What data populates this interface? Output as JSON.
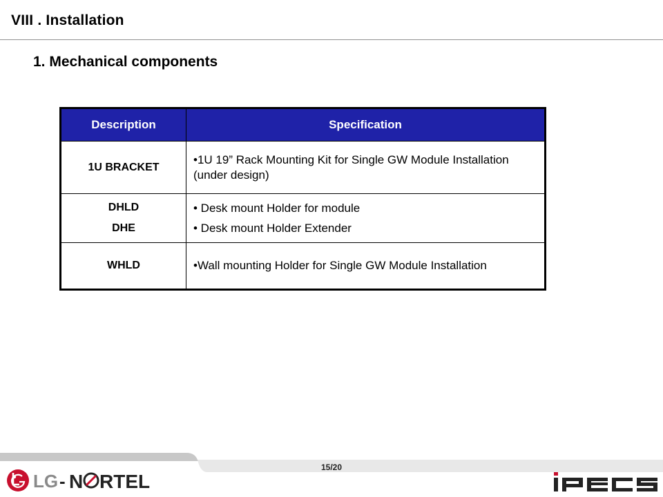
{
  "header": {
    "section_title": "VIII . Installation",
    "subsection_title": "1. Mechanical components"
  },
  "table": {
    "headers": [
      "Description",
      "Specification"
    ],
    "rows": [
      {
        "description": [
          "1U BRACKET"
        ],
        "specification": [
          "•1U 19” Rack Mounting Kit for Single GW Module Installation  (under design)"
        ]
      },
      {
        "description": [
          "DHLD",
          "DHE"
        ],
        "specification": [
          "• Desk mount Holder for module",
          "• Desk mount Holder Extender"
        ]
      },
      {
        "description": [
          "WHLD"
        ],
        "specification": [
          "•Wall mounting Holder for Single GW Module Installation"
        ]
      }
    ]
  },
  "footer": {
    "page_number": "15/20",
    "left_logo": "LG-NORTEL",
    "right_logo": "iPECS"
  },
  "colors": {
    "header_fill": "#1f22a8",
    "header_text": "#ffffff",
    "logo_red": "#c8102e",
    "logo_dark": "#222222",
    "footer_gray": "#c8c8c8"
  }
}
